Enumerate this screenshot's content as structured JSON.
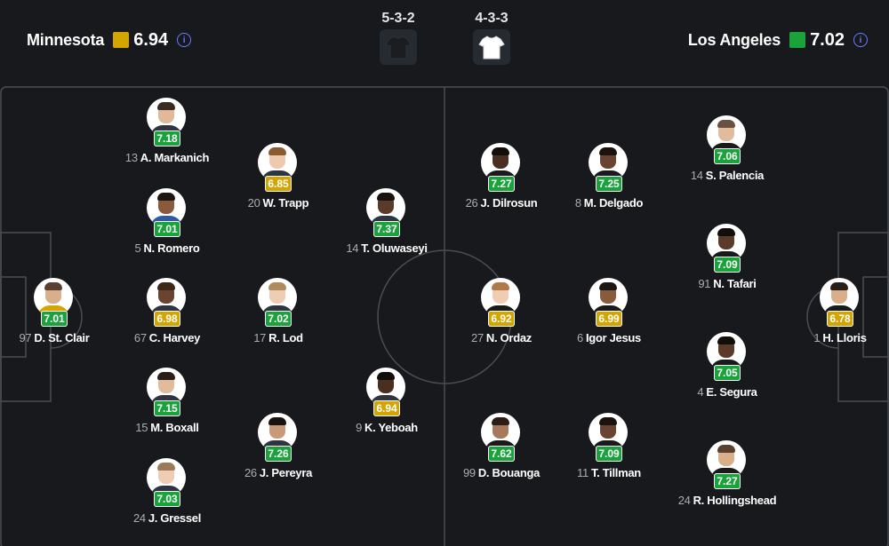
{
  "colors": {
    "background": "#17191c",
    "rating_green": "#1aa33b",
    "rating_yellow": "#d4a400",
    "info_icon": "#6b7cff",
    "pitch_lines": "#4a4d52"
  },
  "home": {
    "name": "Minnesota",
    "rating": "6.94",
    "rating_color": "yellow",
    "formation": "5-3-2",
    "kit": "dark-shirt-icon"
  },
  "away": {
    "name": "Los Angeles",
    "rating": "7.02",
    "rating_color": "green",
    "formation": "4-3-3",
    "kit": "white-shirt-icon"
  },
  "players": [
    {
      "num": "13",
      "name": "A. Markanich",
      "rating": "7.18",
      "color": "green",
      "team": "home"
    },
    {
      "num": "20",
      "name": "W. Trapp",
      "rating": "6.85",
      "color": "yellow",
      "team": "home"
    },
    {
      "num": "5",
      "name": "N. Romero",
      "rating": "7.01",
      "color": "green",
      "team": "home"
    },
    {
      "num": "14",
      "name": "T. Oluwaseyi",
      "rating": "7.37",
      "color": "green",
      "team": "home"
    },
    {
      "num": "97",
      "name": "D. St. Clair",
      "rating": "7.01",
      "color": "green",
      "team": "home"
    },
    {
      "num": "67",
      "name": "C. Harvey",
      "rating": "6.98",
      "color": "yellow",
      "team": "home"
    },
    {
      "num": "17",
      "name": "R. Lod",
      "rating": "7.02",
      "color": "green",
      "team": "home"
    },
    {
      "num": "15",
      "name": "M. Boxall",
      "rating": "7.15",
      "color": "green",
      "team": "home"
    },
    {
      "num": "9",
      "name": "K. Yeboah",
      "rating": "6.94",
      "color": "yellow",
      "team": "home"
    },
    {
      "num": "26",
      "name": "J. Pereyra",
      "rating": "7.26",
      "color": "green",
      "team": "home"
    },
    {
      "num": "24",
      "name": "J. Gressel",
      "rating": "7.03",
      "color": "green",
      "team": "home"
    },
    {
      "num": "26",
      "name": "J. Dilrosun",
      "rating": "7.27",
      "color": "green",
      "team": "away"
    },
    {
      "num": "8",
      "name": "M. Delgado",
      "rating": "7.25",
      "color": "green",
      "team": "away"
    },
    {
      "num": "14",
      "name": "S. Palencia",
      "rating": "7.06",
      "color": "green",
      "team": "away"
    },
    {
      "num": "91",
      "name": "N. Tafari",
      "rating": "7.09",
      "color": "green",
      "team": "away"
    },
    {
      "num": "27",
      "name": "N. Ordaz",
      "rating": "6.92",
      "color": "yellow",
      "team": "away"
    },
    {
      "num": "6",
      "name": "Igor Jesus",
      "rating": "6.99",
      "color": "yellow",
      "team": "away"
    },
    {
      "num": "1",
      "name": "H. Lloris",
      "rating": "6.78",
      "color": "yellow",
      "team": "away"
    },
    {
      "num": "4",
      "name": "E. Segura",
      "rating": "7.05",
      "color": "green",
      "team": "away"
    },
    {
      "num": "99",
      "name": "D. Bouanga",
      "rating": "7.62",
      "color": "green",
      "team": "away"
    },
    {
      "num": "11",
      "name": "T. Tillman",
      "rating": "7.09",
      "color": "green",
      "team": "away"
    },
    {
      "num": "24",
      "name": "R. Hollingshead",
      "rating": "7.27",
      "color": "green",
      "team": "away"
    }
  ]
}
